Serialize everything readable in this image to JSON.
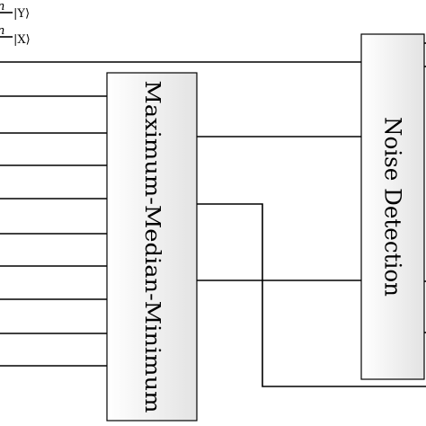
{
  "input_labels": {
    "y_register": "|Y⟩",
    "x_register": "|X⟩",
    "qubit_count_symbol": "n"
  },
  "blocks": {
    "mmm": {
      "label": "Maximum-Median-Minimum"
    },
    "noise": {
      "label": "Noise Detection"
    }
  },
  "colors": {
    "line": "#000000",
    "box_fill_light": "#ffffff",
    "box_fill_dark": "#e6e6e6"
  }
}
